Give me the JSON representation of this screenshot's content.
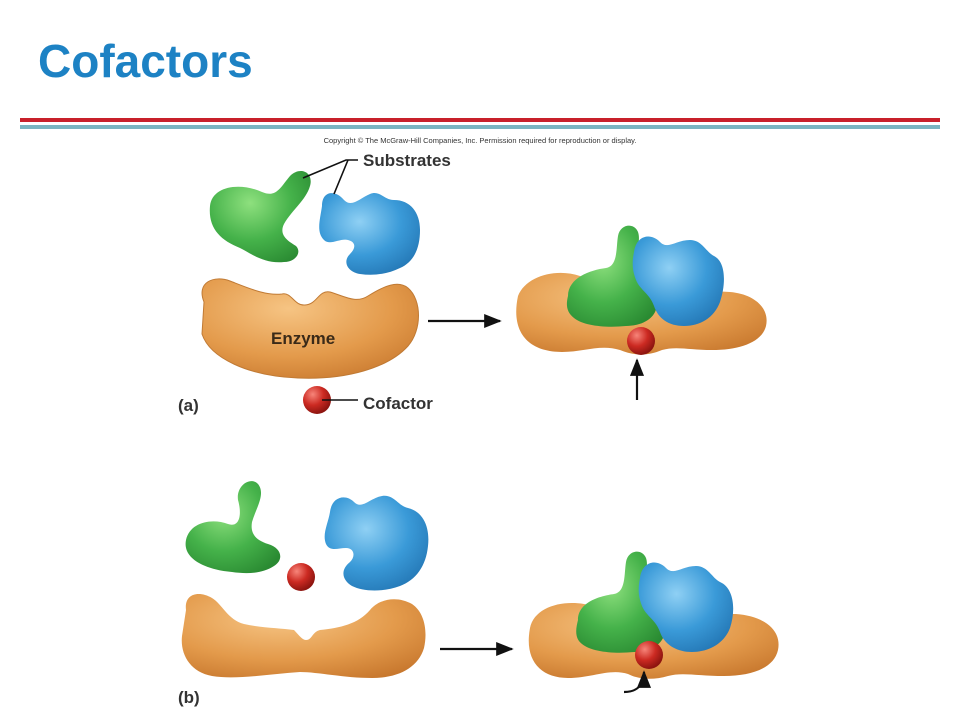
{
  "slide": {
    "title": "Cofactors",
    "copyright": "Copyright © The McGraw-Hill Companies, Inc. Permission required for reproduction or display."
  },
  "labels": {
    "substrates": "Substrates",
    "enzyme": "Enzyme",
    "cofactor": "Cofactor",
    "panel_a": "(a)",
    "panel_b": "(b)"
  },
  "colors": {
    "title": "#1d82c4",
    "rule_red": "#c8202a",
    "rule_teal": "#7ab4c0",
    "enzyme": "#e39a4b",
    "substrate_green": "#45b24a",
    "substrate_blue": "#3a9ad8",
    "cofactor": "#cc2a22"
  }
}
